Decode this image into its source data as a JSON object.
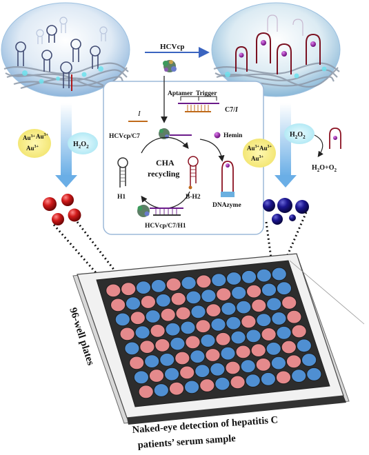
{
  "labels": {
    "hcvcp_top": "HCVcp",
    "aptamer": "Aptamer",
    "trigger": "Trigger",
    "c7_i": "C7/",
    "c7_i_italic": "I",
    "i_strand": "I",
    "hcvcp_c7": "HCVcp/C7",
    "hemin": "Hemin",
    "cha": "CHA",
    "recycling": "recycling",
    "h1": "H1",
    "b_h2": "B-H2",
    "dnazyme": "DNAzyme",
    "hcvcp_c7_h1": "HCVcp/C7/H1",
    "h2o2_left": "H",
    "h2o2_right": "H",
    "h2o_o2": "H",
    "au_ion": "Au",
    "au_charge": "3+",
    "plate_label": "96-well plates",
    "caption_line1": "Naked-eye detection of hepatitis C",
    "caption_line2": "patients’ serum sample"
  },
  "colors": {
    "red_np": "#d11a1a",
    "blue_np": "#1c1690",
    "pink_well": "#e58a8c",
    "blue_well": "#4f8fd2",
    "arrow_blue": "#3a64c0",
    "hemin": "#8a1a9a",
    "gradient_arrow": "#7fb8ea"
  },
  "plate": {
    "rows": 8,
    "cols": 12,
    "pattern": [
      "PPBBPBPBBBBB",
      "PBPBPBBPBPBB",
      "BPBPPBPBBPBP",
      "PBPBBPBBPBBP",
      "BPPBPBPBBPBP",
      "PBBPBPBPPBPB",
      "BPBPBBPBPBPB",
      "PBPBPBPBBPBB"
    ]
  }
}
